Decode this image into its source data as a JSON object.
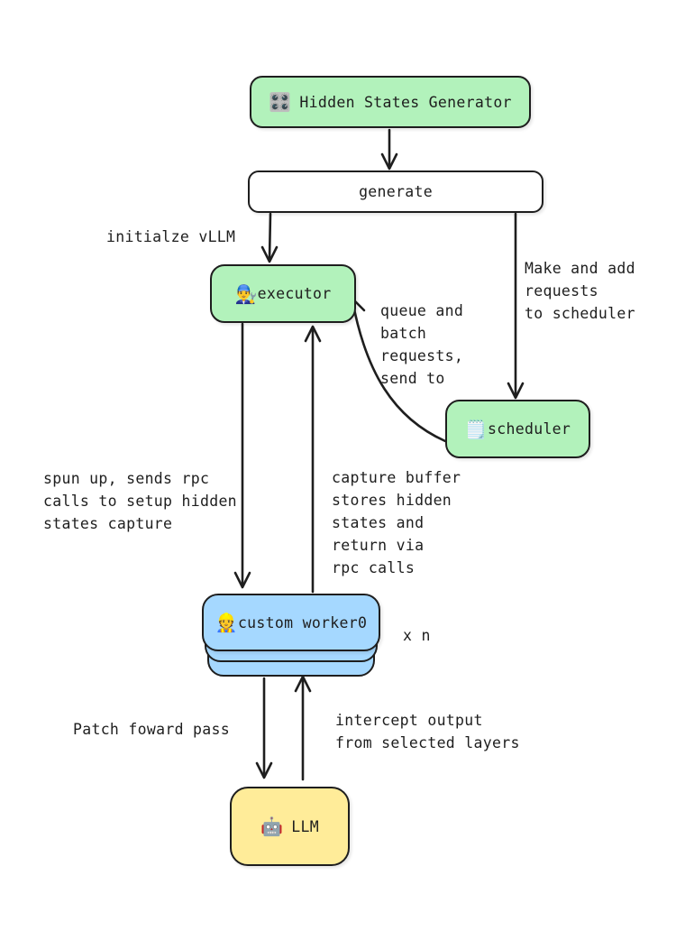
{
  "nodes": {
    "generator": {
      "icon": "🎛️",
      "label": "Hidden States Generator"
    },
    "generate": {
      "label": "generate"
    },
    "executor": {
      "icon": "👨‍🔧",
      "label": "executor"
    },
    "scheduler": {
      "icon": "🗒️",
      "label": "scheduler"
    },
    "worker": {
      "icon": "👷",
      "label": "custom worker0",
      "multiplier": "x n"
    },
    "llm": {
      "icon": "🤖",
      "label": "LLM"
    }
  },
  "annotations": {
    "initialize_vllm": "initialze vLLM",
    "make_and_add": "Make and add\nrequests\nto scheduler",
    "queue_and_batch": "queue and\nbatch\nrequests,\nsend to",
    "spun_up": "spun up, sends rpc\ncalls to setup hidden\nstates capture",
    "capture_buffer": "capture buffer\nstores hidden\nstates and\nreturn via\nrpc calls",
    "patch_forward": "Patch foward pass",
    "intercept_output": "intercept output\nfrom selected layers"
  },
  "colors": {
    "node_green": "#b2f2bb",
    "node_blue": "#a5d8ff",
    "node_yellow": "#ffec99",
    "node_white": "#ffffff",
    "stroke": "#1e1e1e",
    "background": "#ffffff"
  }
}
